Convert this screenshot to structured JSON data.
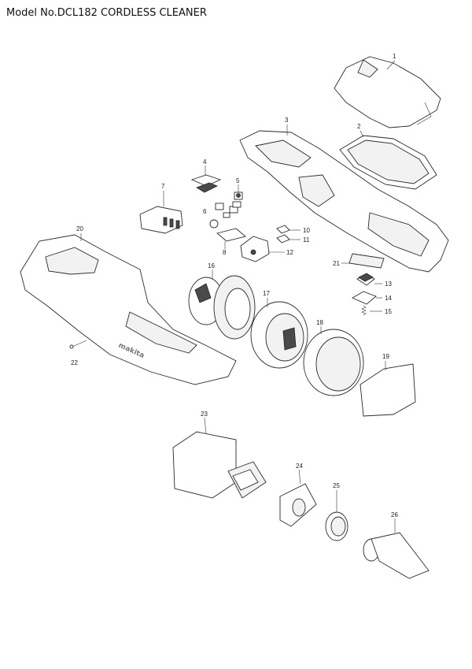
{
  "header": {
    "title": "Model No.DCL182 CORDLESS CLEANER"
  },
  "parts": [
    {
      "id": "1",
      "label": "1"
    },
    {
      "id": "2",
      "label": "2"
    },
    {
      "id": "3",
      "label": "3"
    },
    {
      "id": "4",
      "label": "4"
    },
    {
      "id": "5",
      "label": "5"
    },
    {
      "id": "6",
      "label": "6"
    },
    {
      "id": "7",
      "label": "7"
    },
    {
      "id": "8",
      "label": "8"
    },
    {
      "id": "10",
      "label": "10"
    },
    {
      "id": "11",
      "label": "11"
    },
    {
      "id": "12",
      "label": "12"
    },
    {
      "id": "13",
      "label": "13"
    },
    {
      "id": "14",
      "label": "14"
    },
    {
      "id": "15",
      "label": "15"
    },
    {
      "id": "16",
      "label": "16"
    },
    {
      "id": "17",
      "label": "17"
    },
    {
      "id": "18",
      "label": "18"
    },
    {
      "id": "19",
      "label": "19"
    },
    {
      "id": "20",
      "label": "20"
    },
    {
      "id": "21",
      "label": "21"
    },
    {
      "id": "22",
      "label": "22"
    },
    {
      "id": "23",
      "label": "23"
    },
    {
      "id": "24",
      "label": "24"
    },
    {
      "id": "25",
      "label": "25"
    },
    {
      "id": "26",
      "label": "26"
    }
  ],
  "brand_logo": "makita"
}
